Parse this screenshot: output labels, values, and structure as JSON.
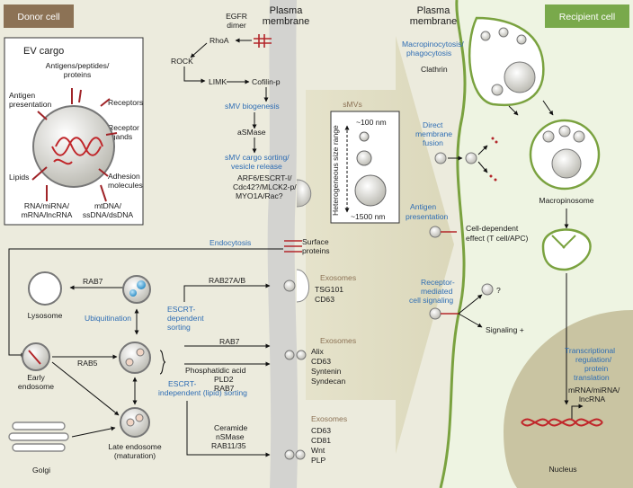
{
  "headers": {
    "donor": "Donor cell",
    "recipient": "Recipient cell",
    "pm_left": [
      "Plasma",
      "membrane"
    ],
    "pm_right": [
      "Plasma",
      "membrane"
    ]
  },
  "ev_cargo": {
    "title": "EV cargo",
    "antigens": [
      "Antigens/peptides/",
      "proteins"
    ],
    "antigen_presentation": [
      "Antigen",
      "presentation"
    ],
    "receptors": "Receptors",
    "receptor_ligands": [
      "Receptor",
      "ligands"
    ],
    "lipids": "Lipids",
    "adhesion": [
      "Adhesion",
      "molecules"
    ],
    "rna": [
      "RNA/miRNA/",
      "mRNA/lncRNA"
    ],
    "dna": [
      "mtDNA/",
      "ssDNA/dsDNA"
    ]
  },
  "smv": {
    "egfr": [
      "EGFR",
      "dimer"
    ],
    "rhoa": "RhoA",
    "rock": "ROCK",
    "limk": "LIMK",
    "cofilin": "Cofilin-p",
    "biogenesis": "sMV biogenesis",
    "asmase": "aSMase",
    "sorting": [
      "sMV cargo sorting/",
      "vesicle release"
    ],
    "factors": [
      "ARF6/ESCRT-I/",
      "Cdc42?/MLCK2-p/",
      "MYO1A/Rac?"
    ]
  },
  "smvs_box": {
    "title": "sMVs",
    "small": "~100 nm",
    "large": "~1500 nm",
    "axis": "Heterogeneous size range"
  },
  "endo": {
    "endocytosis": "Endocytosis",
    "surface": [
      "Surface",
      "proteins"
    ],
    "rab7_top": "RAB7",
    "lysosome": "Lysosome",
    "ubiquitination": "Ubiquitination",
    "early": [
      "Early",
      "endosome"
    ],
    "rab5": "RAB5",
    "golgi": "Golgi",
    "late": [
      "Late endosome",
      "(maturation)"
    ],
    "escrt_dep": [
      "ESCRT-",
      "dependent",
      "sorting"
    ],
    "escrt_indep": [
      "ESCRT-",
      "independent (lipid) sorting"
    ],
    "rab27": "RAB27A/B",
    "rab7_mid": "RAB7",
    "phosphatidic": "Phosphatidic acid",
    "pld2": "PLD2",
    "rab7_low": "RAB7",
    "ceramide": "Ceramide",
    "nsmase": "nSMase",
    "rab11": "RAB11/35"
  },
  "exosomes": [
    {
      "title": "Exosomes",
      "markers": [
        "TSG101",
        "CD63"
      ]
    },
    {
      "title": "Exosomes",
      "markers": [
        "Alix",
        "CD63",
        "Syntenin",
        "Syndecan"
      ]
    },
    {
      "title": "Exosomes",
      "markers": [
        "CD63",
        "CD81",
        "Wnt",
        "PLP"
      ]
    }
  ],
  "uptake": {
    "macro": [
      "Macropinocytosis/",
      "phagocytosis"
    ],
    "clathrin": "Clathrin",
    "fusion": [
      "Direct",
      "membrane",
      "fusion"
    ],
    "antigen": [
      "Antigen",
      "presentation"
    ],
    "cell_dep": [
      "Cell-dependent",
      "effect (T cell/APC)"
    ],
    "receptor": [
      "Receptor-",
      "mediated",
      "cell signaling"
    ],
    "question": "?",
    "signaling": "Signaling +",
    "macropinosome": "Macropinosome",
    "transcription": [
      "Transcriptional",
      "regulation/",
      "protein",
      "translation"
    ],
    "mrna": [
      "mRNA/miRNA/",
      "lncRNA"
    ],
    "nucleus": "Nucleus"
  },
  "colors": {
    "donor_bg": "#ecebdd",
    "membrane": "#d3d3d0",
    "recipient_bg": "#eef4e2",
    "green": "#7aa23f",
    "blue_text": "#2e6db4",
    "red": "#b3262a",
    "header_brown": "#8c7255",
    "header_green": "#79a94b",
    "nucleus": "#c9c4a2"
  }
}
